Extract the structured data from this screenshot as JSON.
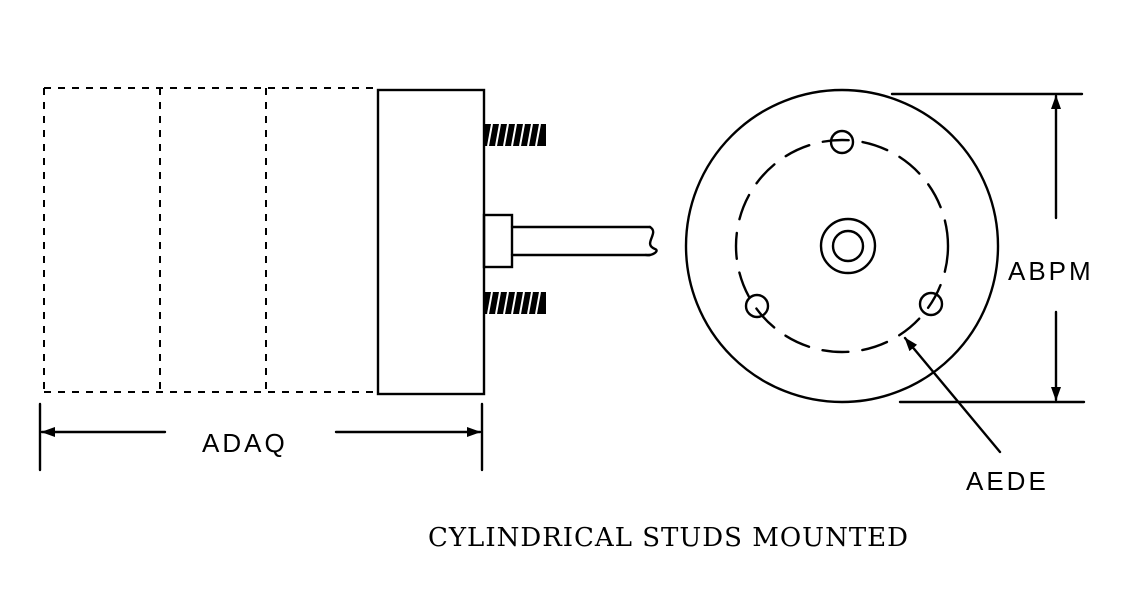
{
  "diagram": {
    "caption": "CYLINDRICAL STUDS MOUNTED",
    "labels": {
      "length": "ADAQ",
      "diameter": "ABPM",
      "bolt_circle": "AEDE"
    },
    "stroke_color": "#000000",
    "background_color": "#ffffff"
  }
}
